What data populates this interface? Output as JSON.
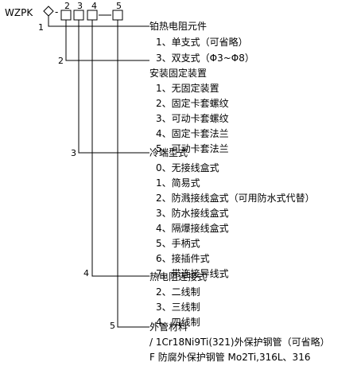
{
  "model_code": "WZPK",
  "separator": "-",
  "position_labels": [
    "1",
    "2",
    "3",
    "4",
    "5"
  ],
  "groups": [
    {
      "index_label": "1",
      "title": "铂热电阻元件",
      "options": [
        "1、单支式（可省略）",
        "3、双支式（Φ3~Φ8）"
      ]
    },
    {
      "index_label": "2",
      "title": "安装固定装置",
      "options": [
        "1、无固定装置",
        "2、固定卡套螺纹",
        "3、可动卡套螺纹",
        "4、固定卡套法兰",
        "5、可动卡套法兰"
      ]
    },
    {
      "index_label": "3",
      "title": "冷端型式",
      "options": [
        "0、无接线盒式",
        "1、简易式",
        "2、防溅接线盒式（可用防水式代替）",
        "3、防水接线盒式",
        "4、隔爆接线盒式",
        "5、手柄式",
        "6、接插件式",
        "7、带连接导线式"
      ]
    },
    {
      "index_label": "4",
      "title": "热电阻连接式",
      "options": [
        "2、二线制",
        "3、三线制",
        "4、四线制"
      ]
    },
    {
      "index_label": "5",
      "title": "外管材料",
      "options": [
        "/ 1Cr18Ni9Ti(321)外保护钢管（可省略）",
        "F 防腐外保护钢管 Mo2Ti,316L、316"
      ]
    }
  ]
}
